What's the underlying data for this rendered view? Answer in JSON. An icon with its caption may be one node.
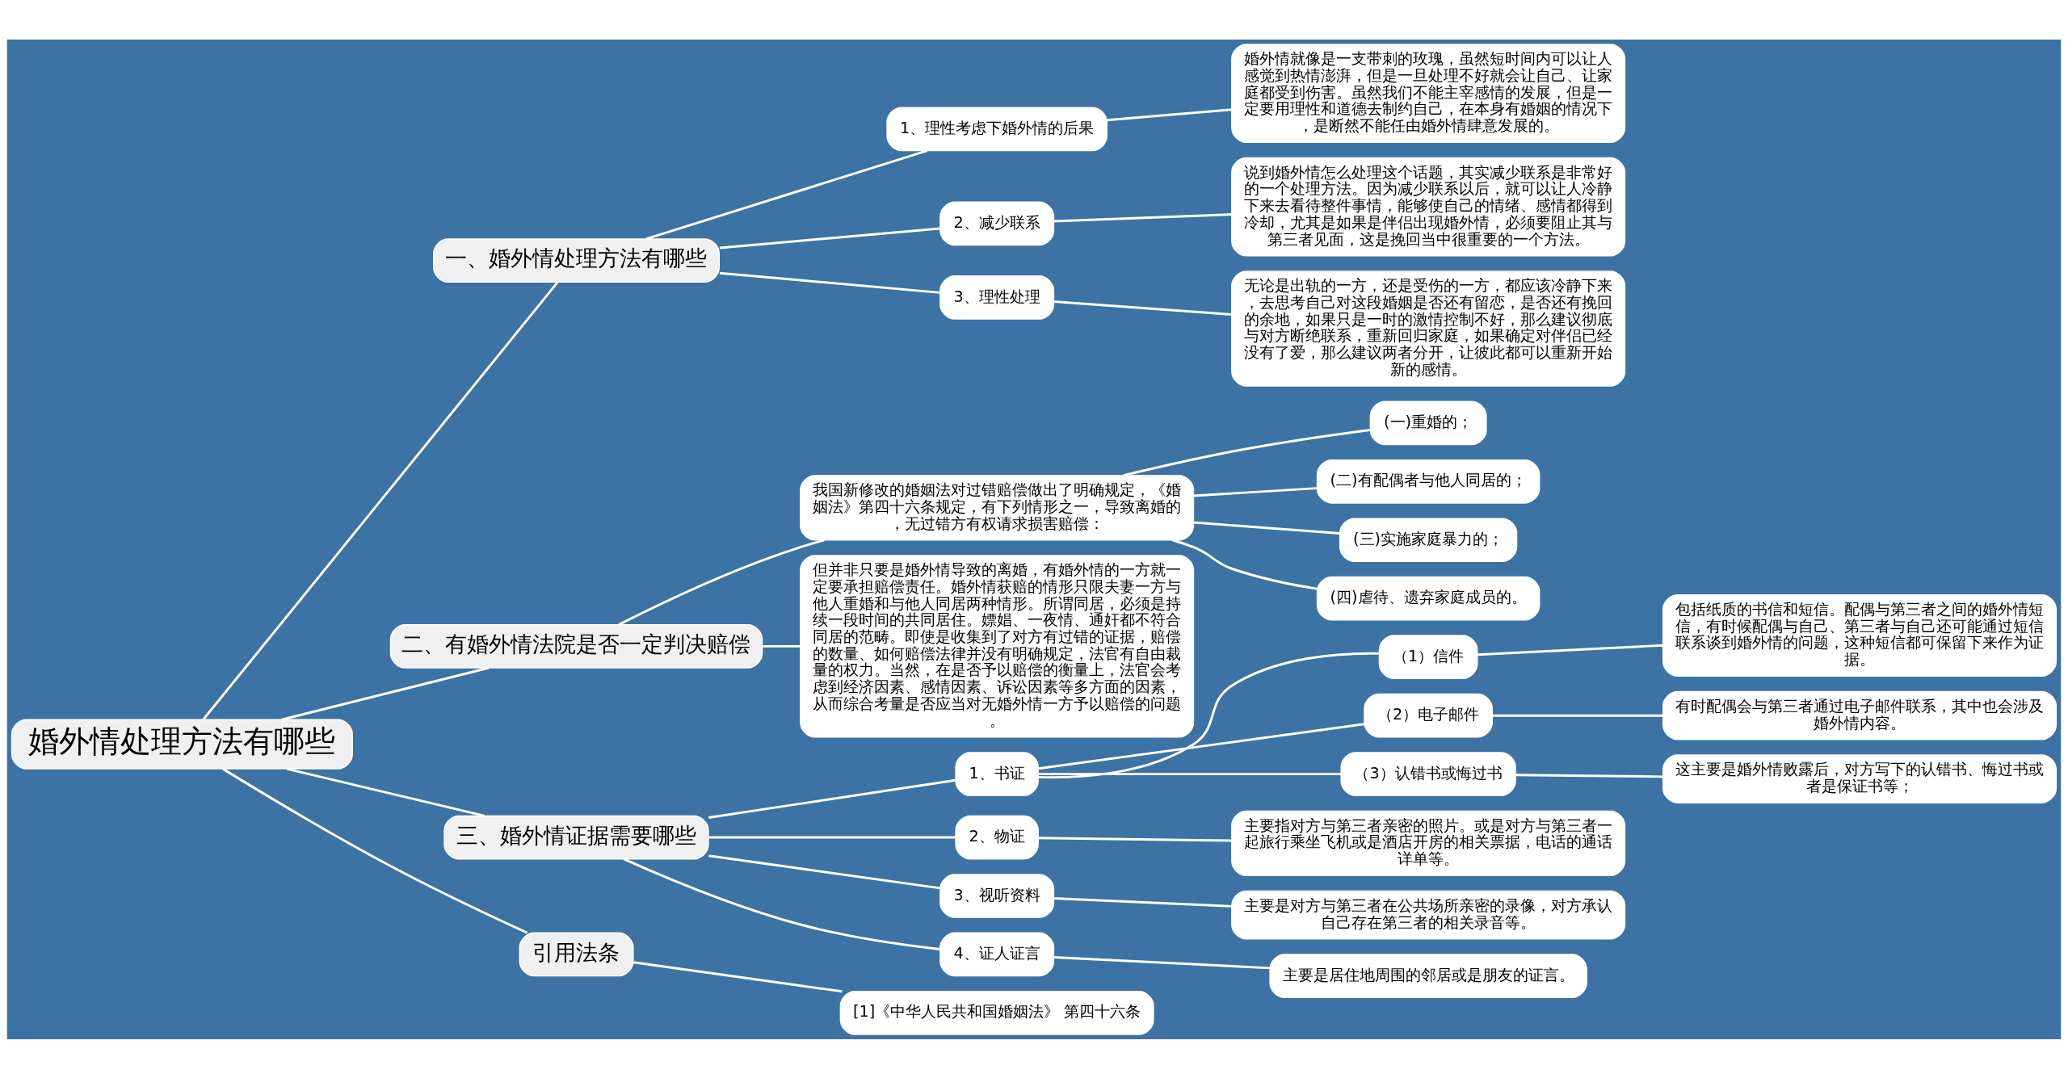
{
  "diagram": {
    "nodes": [
      {
        "text": [
          "婚外情处理方法有哪些"
        ]
      },
      {
        "text": [
          "一、婚外情处理方法有哪些"
        ]
      },
      {
        "text": [
          "1、理性考虑下婚外情的后果"
        ]
      },
      {
        "text": [
          "婚外情就像是一支带刺的玫瑰，虽然短时间内可以让人感觉到热情澎湃，但是一旦处理不好就会让自己、让家庭都受到伤害。虽然我们不能主宰感情的发展，但是一定要用理性和道德去制约自己，在本身有婚姻的情况下，是断然不能任由婚外情肆意发展的。"
        ]
      },
      {
        "text": [
          "2、减少联系"
        ]
      },
      {
        "text": [
          "说到婚外情怎么处理这个话题，其实减少联系是非常好的一个处理方法。因为减少联系以后，就可以让人冷静下来去看待整件事情，能够使自己的情绪、感情都得到冷却，尤其是如果是伴侣出现婚外情，必须要阻止其与第三者见面，这是挽回当中很重要的一个方法。"
        ]
      },
      {
        "text": [
          "3、理性处理"
        ]
      },
      {
        "text": [
          "无论是出轨的一方，还是受伤的一方，都应该冷静下来，去思考自己对这段婚姻是否还有留恋，是否还有挽回的余地，如果只是一时的激情控制不好，那么建议彻底与对方断绝联系，重新回归家庭，如果确定对伴侣已经没有了爱，那么建议两者分开，让彼此都可以重新开始新的感情。"
        ]
      },
      {
        "text": [
          "二、有婚外情法院是否一定判决赔偿"
        ]
      },
      {
        "text": [
          "我国新修改的婚姻法对过错赔偿做出了明确规定，《婚姻法》第四十六条规定，有下列情形之一，导致离婚的，无过错方有权请求损害赔偿："
        ]
      },
      {
        "text": [
          "(一)重婚的；"
        ]
      },
      {
        "text": [
          "(二)有配偶者与他人同居的；"
        ]
      },
      {
        "text": [
          "(三)实施家庭暴力的；"
        ]
      },
      {
        "text": [
          "(四)虐待、遗弃家庭成员的。"
        ]
      },
      {
        "text": [
          "但并非只要是婚外情导致的离婚，有婚外情的一方就一定要承担赔偿责任。婚外情获赔的情形只限夫妻一方与他人重婚和与他人同居两种情形。所谓同居，必须是持续一段时间的共同居住。嫖娼、一夜情、通奸都不符合同居的范畴。即使是收集到了对方有过错的证据，赔偿的数量、如何赔偿法律并没有明确规定，法官有自由裁量的权力。当然，在是否予以赔偿的衡量上，法官会考虑到经济因素、感情因素、诉讼因素等多方面的因素，从而综合考量是否应当对无婚外情一方予以赔偿的问题。"
        ]
      },
      {
        "text": [
          "三、婚外情证据需要哪些"
        ]
      },
      {
        "text": [
          "1、书证"
        ]
      },
      {
        "text": [
          "（1）信件"
        ]
      },
      {
        "text": [
          "包括纸质的书信和短信。配偶与第三者之间的婚外情短信，有时候配偶与自己、第三者与自己还可能通过短信联系谈到婚外情的问题，这种短信都可保留下来作为证据。"
        ]
      },
      {
        "text": [
          "（2）电子邮件"
        ]
      },
      {
        "text": [
          "有时配偶会与第三者通过电子邮件联系，其中也会涉及婚外情内容。"
        ]
      },
      {
        "text": [
          "（3）认错书或悔过书"
        ]
      },
      {
        "text": [
          "这主要是婚外情败露后，对方写下的认错书、悔过书或者是保证书等；"
        ]
      },
      {
        "text": [
          "2、物证"
        ]
      },
      {
        "text": [
          "主要指对方与第三者亲密的照片。或是对方与第三者一起旅行乘坐飞机或是酒店开房的相关票据，电话的通话详单等。"
        ]
      },
      {
        "text": [
          "3、视听资料"
        ]
      },
      {
        "text": [
          "主要是对方与第三者在公共场所亲密的录像，对方承认自己存在第三者的相关录音等。"
        ]
      },
      {
        "text": [
          "4、证人证言"
        ]
      },
      {
        "text": [
          "主要是居住地周围的邻居或是朋友的证言。"
        ]
      },
      {
        "text": [
          "引用法条"
        ]
      },
      {
        "text": [
          "[1]《中华人民共和国婚姻法》 第四十六条"
        ]
      }
    ],
    "edges": [
      {
        "from": 0,
        "to": 1,
        "arrow": "none"
      },
      {
        "from": 1,
        "to": 2,
        "arrow": "none"
      },
      {
        "from": 2,
        "to": 3,
        "arrow": "none"
      },
      {
        "from": 1,
        "to": 4,
        "arrow": "none"
      },
      {
        "from": 4,
        "to": 5,
        "arrow": "none"
      },
      {
        "from": 1,
        "to": 6,
        "arrow": "none"
      },
      {
        "from": 6,
        "to": 7,
        "arrow": "none"
      },
      {
        "from": 0,
        "to": 8,
        "arrow": "none"
      },
      {
        "from": 8,
        "to": 9,
        "arrow": "none"
      },
      {
        "from": 9,
        "to": 10,
        "arrow": "none"
      },
      {
        "from": 9,
        "to": 11,
        "arrow": "none"
      },
      {
        "from": 9,
        "to": 12,
        "arrow": "none"
      },
      {
        "from": 9,
        "to": 13,
        "arrow": "none"
      },
      {
        "from": 8,
        "to": 14,
        "arrow": "none"
      },
      {
        "from": 0,
        "to": 15,
        "arrow": "none"
      },
      {
        "from": 15,
        "to": 16,
        "arrow": "none"
      },
      {
        "from": 16,
        "to": 17,
        "arrow": "none"
      },
      {
        "from": 17,
        "to": 18,
        "arrow": "none"
      },
      {
        "from": 16,
        "to": 19,
        "arrow": "none"
      },
      {
        "from": 19,
        "to": 20,
        "arrow": "none"
      },
      {
        "from": 16,
        "to": 21,
        "arrow": "none"
      },
      {
        "from": 21,
        "to": 22,
        "arrow": "none"
      },
      {
        "from": 15,
        "to": 23,
        "arrow": "none"
      },
      {
        "from": 23,
        "to": 24,
        "arrow": "none"
      },
      {
        "from": 15,
        "to": 25,
        "arrow": "none"
      },
      {
        "from": 25,
        "to": 26,
        "arrow": "none"
      },
      {
        "from": 15,
        "to": 27,
        "arrow": "none"
      },
      {
        "from": 27,
        "to": 28,
        "arrow": "none"
      },
      {
        "from": 0,
        "to": 29,
        "arrow": "none"
      },
      {
        "from": 29,
        "to": 30,
        "arrow": "none"
      }
    ]
  }
}
